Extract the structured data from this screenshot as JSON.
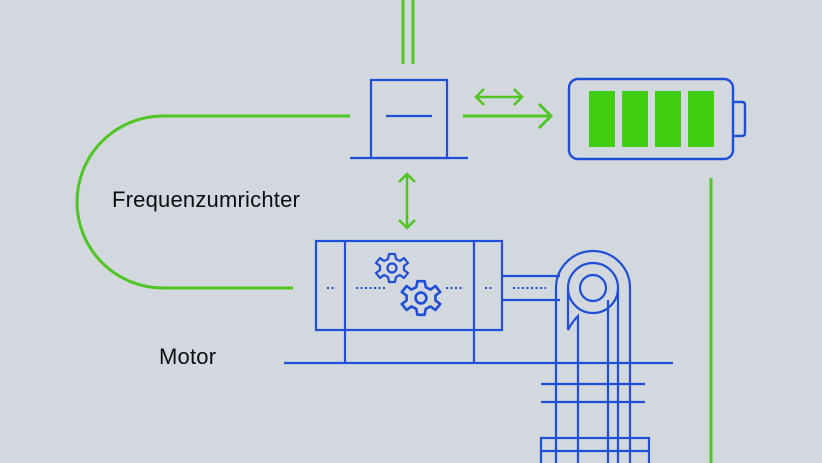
{
  "labels": {
    "frequency_converter": "Frequenzumrichter",
    "motor": "Motor"
  },
  "colors": {
    "background": "#d3d8de",
    "blue": "#1f4fd6",
    "green": "#4fc624",
    "battery_fill": "#3fcf10",
    "text": "#0d0d12"
  },
  "icons": {
    "battery": "battery-icon",
    "gears": "gears-icon",
    "arrows": "arrow-icon"
  },
  "battery_cells": 4
}
